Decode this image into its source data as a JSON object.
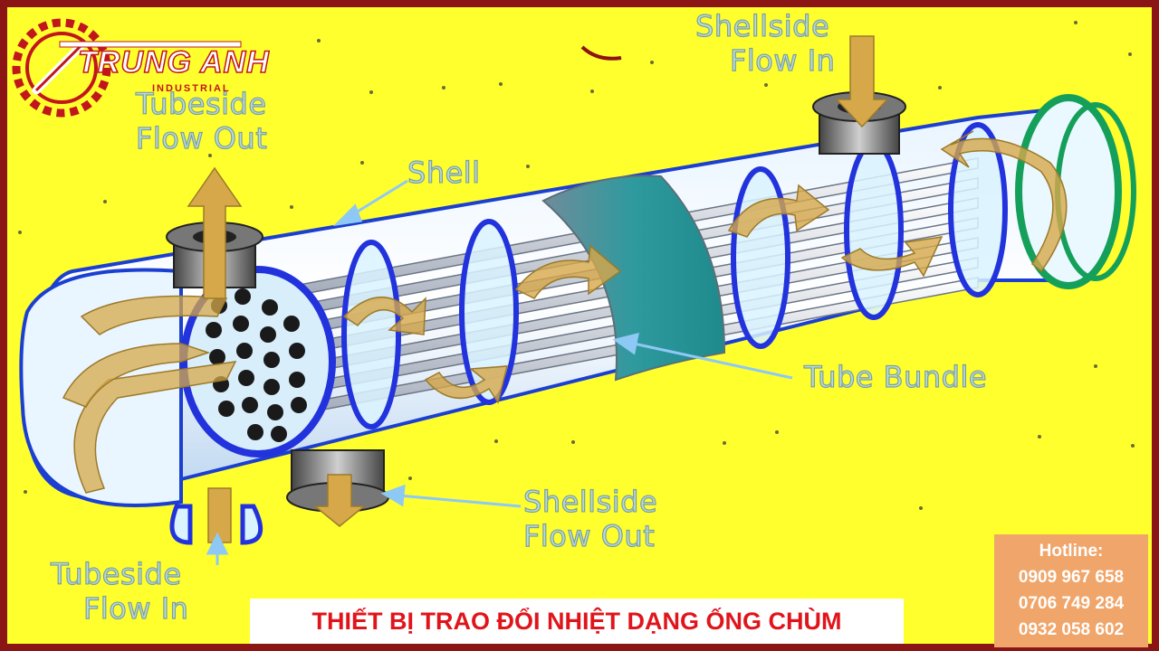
{
  "logo": {
    "name": "TRUNG ANH",
    "sub": "INDUSTRIAL"
  },
  "labels": {
    "tubeside_out": [
      "Tubeside",
      "Flow Out"
    ],
    "shellside_in": [
      "Shellside",
      "Flow In"
    ],
    "shell": "Shell",
    "tube_bundle": "Tube Bundle",
    "shellside_out": [
      "Shellside",
      "Flow Out"
    ],
    "tubeside_in": [
      "Tubeside",
      "Flow In"
    ]
  },
  "caption": "THIẾT BỊ TRAO ĐỔI NHIỆT DẠNG ỐNG CHÙM",
  "hotline": {
    "title": "Hotline:",
    "numbers": [
      "0909 967 658",
      "0706 749 284",
      "0932 058 602"
    ]
  },
  "colors": {
    "background": "#ffff2e",
    "border": "#8b1414",
    "caption_text": "#e0151c",
    "hotline_box": "#f0a56a",
    "flow_arrow": "#d6a84a",
    "baffle": "#2233dd"
  }
}
